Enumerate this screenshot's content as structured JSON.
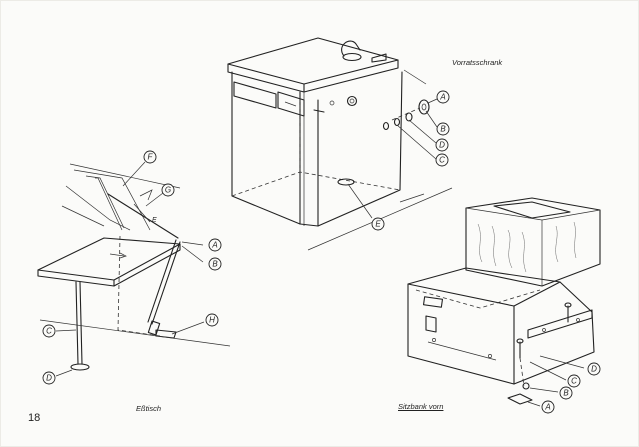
{
  "page_number": "18",
  "captions": {
    "vorratsschrank": "Vorratsschrank",
    "esstisch": "Eßtisch",
    "sitzbank": "Sitzbank vorn"
  },
  "callouts": {
    "vorratsschrank": [
      "A",
      "B",
      "D",
      "C",
      "E"
    ],
    "esstisch": [
      "F",
      "G",
      "E",
      "A",
      "B",
      "C",
      "H",
      "D"
    ],
    "sitzbank": [
      "D",
      "C",
      "B",
      "A"
    ]
  },
  "colors": {
    "ink": "#222222",
    "paper": "#fbfbf9"
  }
}
